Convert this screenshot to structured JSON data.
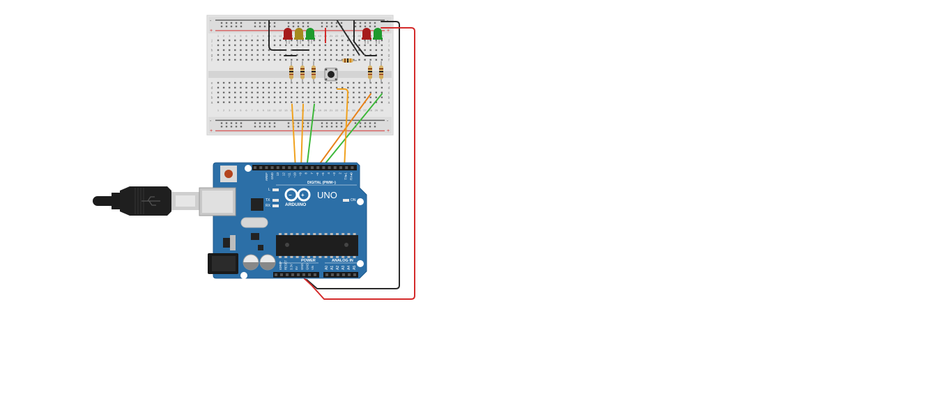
{
  "colors": {
    "board": "#2c6fa7",
    "board_edge": "#1f5a8c",
    "breadboard": "#e6e6e6",
    "wire_orange": "#f0a11d",
    "wire_orange_dark": "#e8821a",
    "wire_green": "#3db83a",
    "wire_red": "#d42a2a",
    "wire_black": "#2a2a2a",
    "led_red": "#a61b1b",
    "led_yellow": "#a58a1e",
    "led_green": "#1f9a2d"
  },
  "arduino": {
    "brand": "ARDUINO",
    "model": "UNO",
    "digital_label": "DIGITAL (PWM~)",
    "power_label": "POWER",
    "analog_label": "ANALOG IN",
    "on_label": "ON",
    "l_label": "L",
    "tx_label": "TX",
    "rx_label": "RX",
    "top_pins": [
      "AREF",
      "GND",
      "13",
      "12",
      "~11",
      "~10",
      "~9",
      "8",
      "7",
      "~6",
      "~5",
      "4",
      "~3",
      "2",
      "TX▸1",
      "RX◂0"
    ],
    "power_pins": [
      "IOREF",
      "RESET",
      "3.3V",
      "5V",
      "GND",
      "GND",
      "Vin"
    ],
    "analog_pins": [
      "A0",
      "A1",
      "A2",
      "A3",
      "A4",
      "A5"
    ]
  },
  "breadboard": {
    "col_numbers": [
      "1",
      "2",
      "3",
      "4",
      "5",
      "6",
      "7",
      "8",
      "9",
      "10",
      "11",
      "12",
      "13",
      "14",
      "15",
      "16",
      "17",
      "18",
      "19",
      "20",
      "21",
      "22",
      "23",
      "24",
      "25",
      "26",
      "27",
      "28",
      "29",
      "30"
    ],
    "row_letters_top": [
      "j",
      "i",
      "h",
      "g",
      "f"
    ],
    "row_letters_bottom": [
      "e",
      "d",
      "c",
      "b",
      "a"
    ],
    "rail_minus": "-",
    "rail_plus": "+"
  },
  "components": {
    "leds": [
      {
        "name": "led-red-1",
        "color": "red"
      },
      {
        "name": "led-yellow-1",
        "color": "yellow"
      },
      {
        "name": "led-green-1",
        "color": "green"
      },
      {
        "name": "led-red-2",
        "color": "red"
      },
      {
        "name": "led-green-2",
        "color": "green"
      }
    ],
    "usb_cable": "usb-b-cable",
    "push_button": "push-button"
  }
}
